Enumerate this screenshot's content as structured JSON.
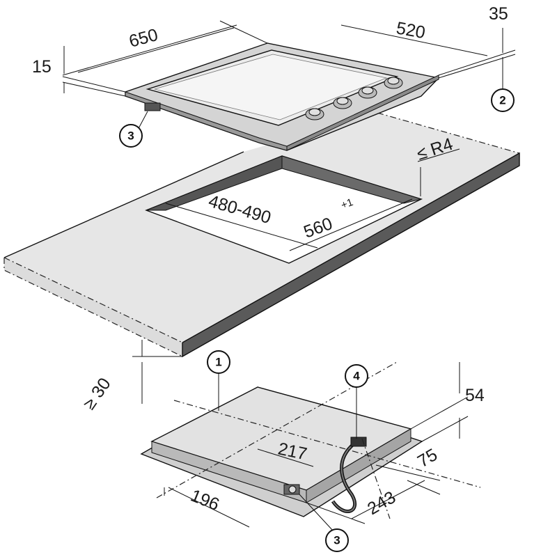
{
  "dimensions": {
    "hob_width": "650",
    "hob_depth": "520",
    "rear_clearance": "35",
    "rim_height": "15",
    "corner_radius": "≤ R4",
    "cutout_depth": "480-490",
    "cutout_width": "560",
    "cutout_width_tolerance": "+1",
    "worktop_thickness": "≥ 30",
    "underside_height": "54",
    "underside_217": "217",
    "underside_75": "75",
    "underside_196": "196",
    "underside_243": "243"
  },
  "callouts": {
    "c1": "1",
    "c2": "2",
    "c3_top": "3",
    "c3_bottom": "3",
    "c4": "4"
  },
  "colors": {
    "worktop_top": "#e6e6e6",
    "worktop_edge": "#5a5a5a",
    "steel": "#d4d4d4",
    "steel_dark": "#a9a9a9",
    "line": "#111111"
  }
}
